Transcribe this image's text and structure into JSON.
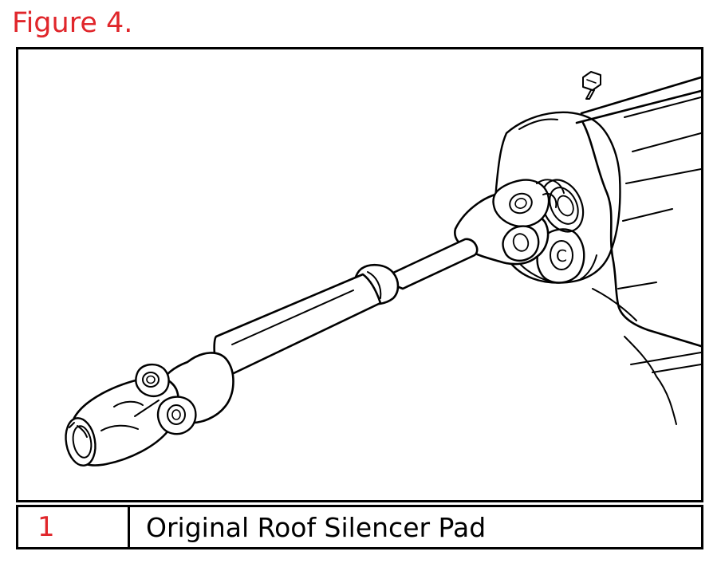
{
  "figure": {
    "title": "Figure 4.",
    "title_color": "#e0262b"
  },
  "illustration": {
    "part_label": "C"
  },
  "legend": {
    "rows": [
      {
        "number": "1",
        "label": "Original Roof Silencer Pad"
      }
    ],
    "number_color": "#e0262b",
    "text_color": "#000000"
  }
}
